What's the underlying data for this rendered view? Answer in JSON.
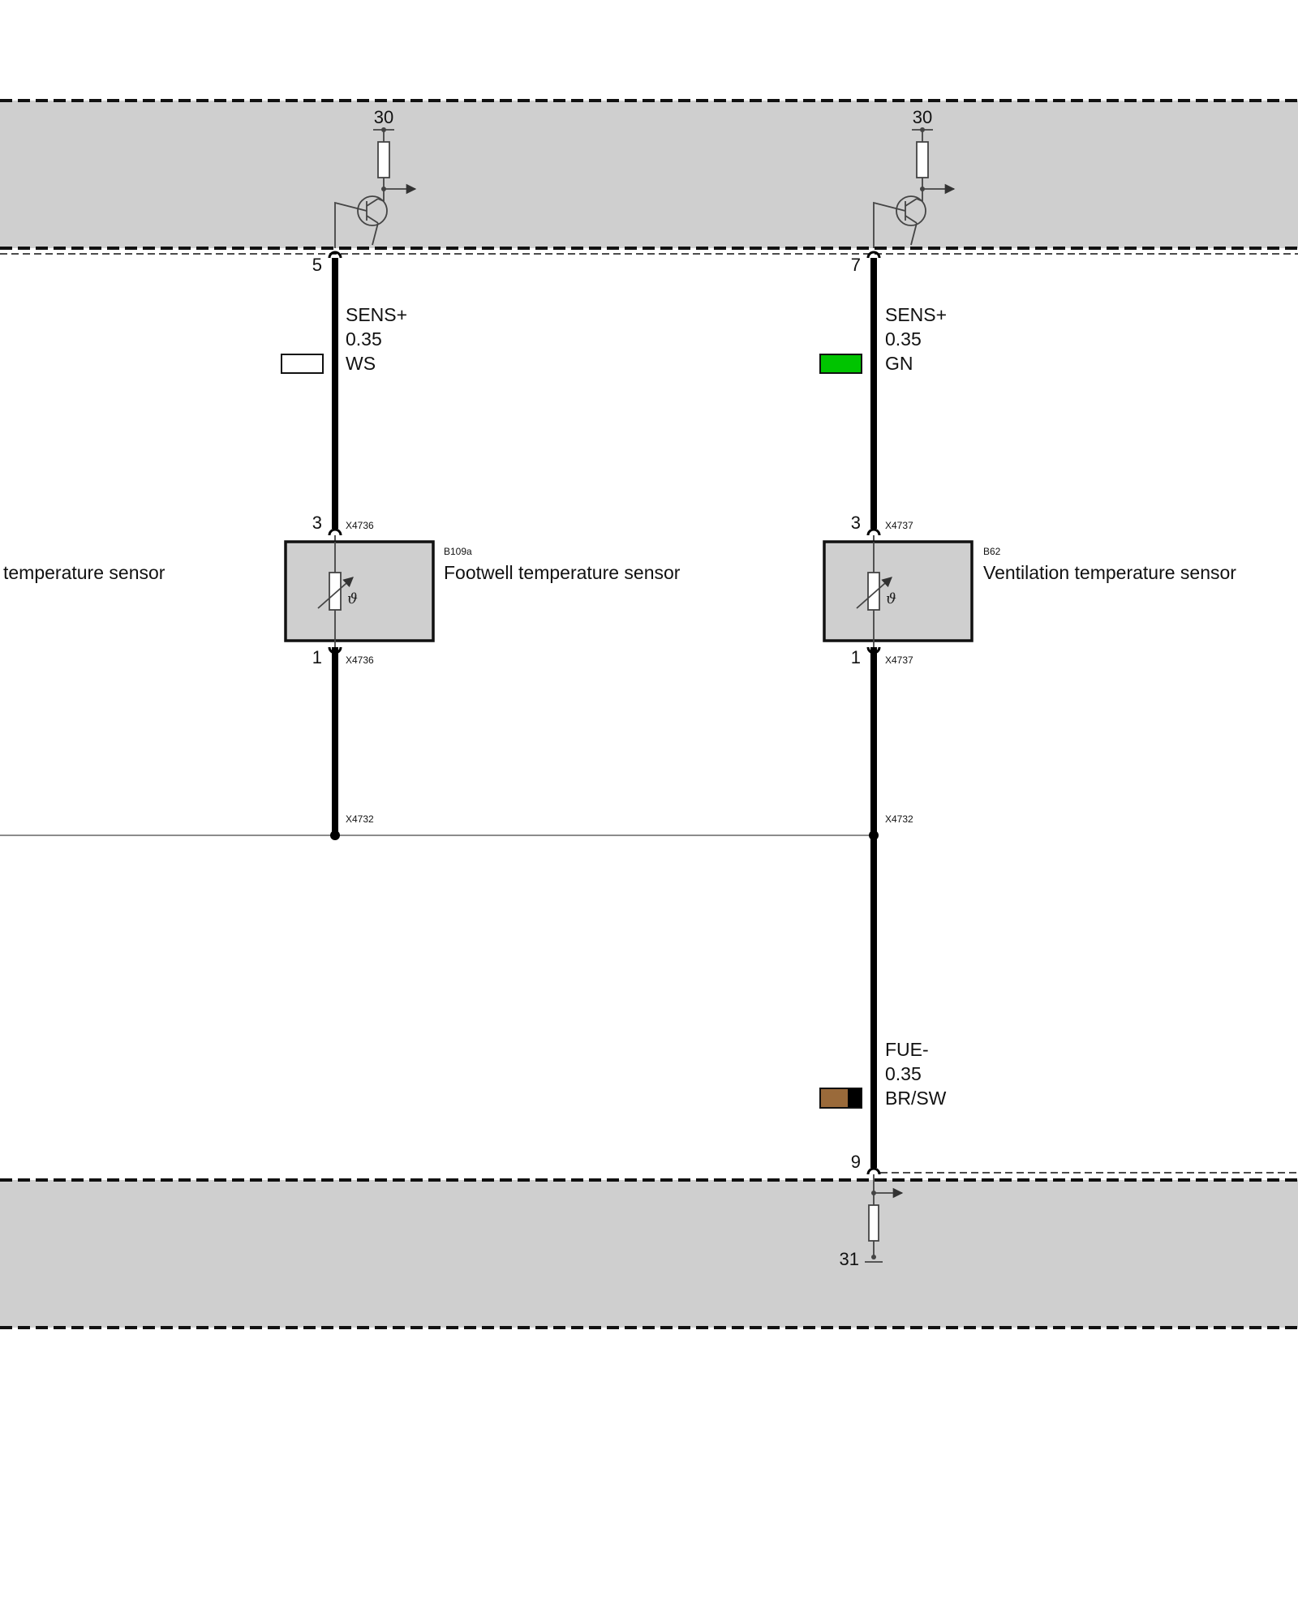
{
  "colors": {
    "band": "#cfcfcf",
    "wire": "#000000",
    "green": "#00c400",
    "brown": "#9a6a3a",
    "black": "#000000",
    "white": "#ffffff"
  },
  "top_module": {
    "supply_left": "30",
    "supply_right": "30"
  },
  "bottom_module": {
    "ground_label": "31"
  },
  "circuits": {
    "left": {
      "pin_module": "5",
      "signal": "SENS+",
      "gauge": "0.35",
      "color_code": "WS",
      "pin_sensor_top": "3",
      "connector_top": "X4736",
      "pin_sensor_bottom": "1",
      "connector_bottom": "X4736",
      "splice_connector": "X4732"
    },
    "right": {
      "pin_module": "7",
      "signal": "SENS+",
      "gauge": "0.35",
      "color_code": "GN",
      "pin_sensor_top": "3",
      "connector_top": "X4737",
      "pin_sensor_bottom": "1",
      "connector_bottom": "X4737",
      "splice_connector": "X4732",
      "ground_signal": "FUE-",
      "ground_gauge": "0.35",
      "ground_color_code": "BR/SW",
      "ground_pin": "9"
    }
  },
  "sensors": {
    "partial_left": {
      "name": "temperature sensor"
    },
    "left": {
      "code": "B109a",
      "name": "Footwell temperature sensor",
      "symbol": "ϑ"
    },
    "right": {
      "code": "B62",
      "name": "Ventilation temperature sensor",
      "symbol": "ϑ"
    }
  }
}
